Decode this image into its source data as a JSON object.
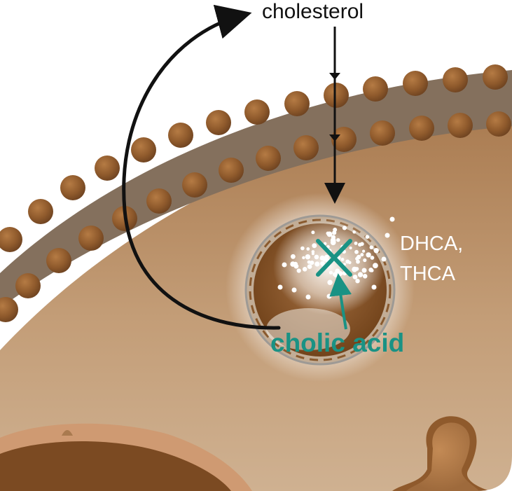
{
  "labels": {
    "top": "cholesterol",
    "side_line1": "DHCA,",
    "side_line2": "THCA",
    "bottom": "cholic acid"
  },
  "colors": {
    "cytoplasm": "#b98c62",
    "membrane_band": "#84705d",
    "bead": "#8f5a2c",
    "organelle_dark": "#7b4a22",
    "teal": "#1a9284",
    "arrow": "#111111"
  }
}
